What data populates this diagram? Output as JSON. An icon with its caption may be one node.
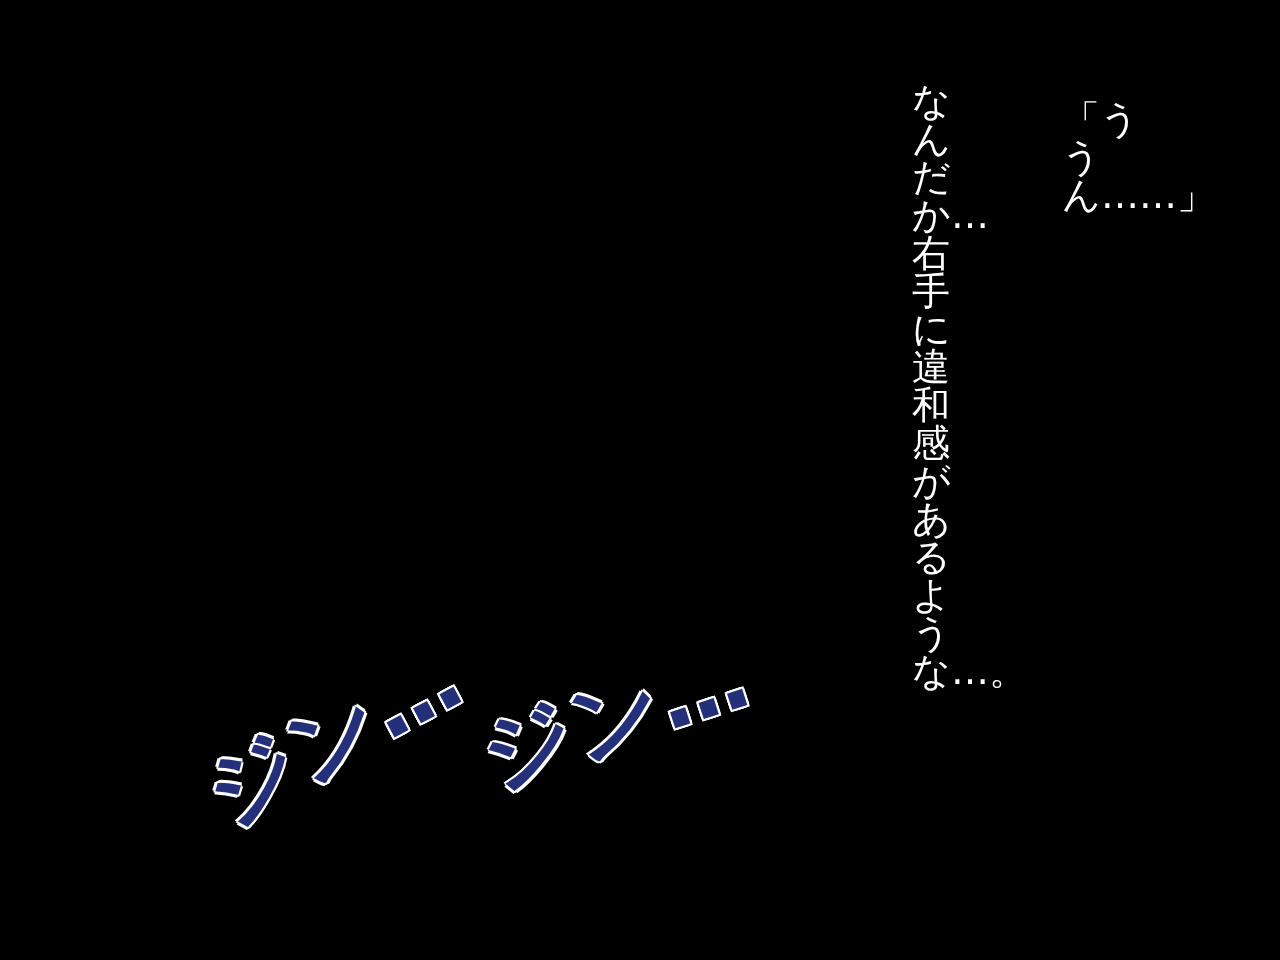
{
  "diagram": {
    "labels": [
      "「ううん……」",
      "なんだか…右手に違和感があるような…。",
      "ジン…",
      "ジン…"
    ]
  }
}
